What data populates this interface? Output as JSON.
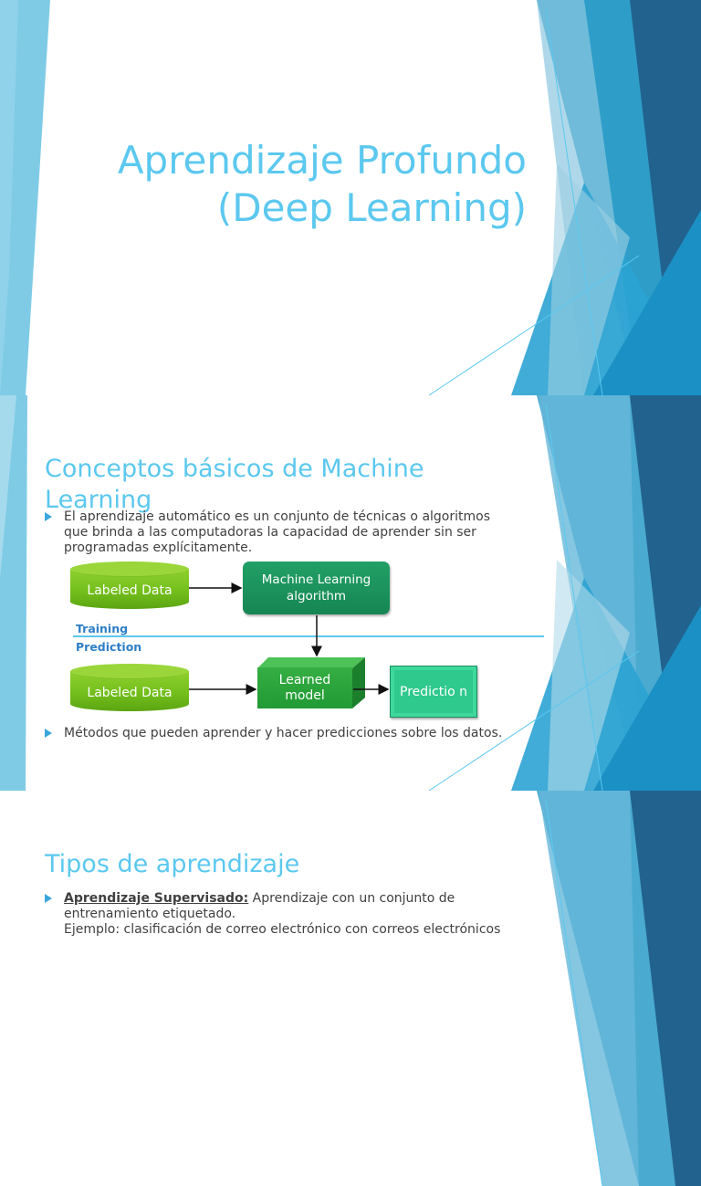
{
  "theme": {
    "accent": "#5bc8ef",
    "body_text": "#404040",
    "bullet": "#3aa7dc",
    "deco_light": "#7fcbe6",
    "deco_mid": "#2e9ec9",
    "deco_dark": "#22628f"
  },
  "slides": [
    {
      "title_lines": [
        "Aprendizaje Profundo",
        "(Deep Learning)"
      ]
    },
    {
      "title": "Conceptos básicos de Machine Learning",
      "bullets": [
        "El aprendizaje automático es un conjunto de técnicas o algoritmos que brinda a las computadoras la capacidad de aprender sin ser programadas explícitamente.",
        "Métodos que pueden aprender y hacer predicciones sobre los datos."
      ],
      "diagram": {
        "training_label": "Training",
        "prediction_label": "Prediction",
        "labeled_data_top": "Labeled Data",
        "ml_algorithm": "Machine Learning algorithm",
        "labeled_data_bottom": "Labeled Data",
        "learned_model": "Learned model",
        "prediction_box": "Predictio n"
      }
    },
    {
      "title": "Tipos de aprendizaje",
      "bullets": [
        {
          "term": "Aprendizaje Supervisado:",
          "text": " Aprendizaje con un conjunto de entrenamiento etiquetado.",
          "example": "Ejemplo: clasificación de correo electrónico con correos electrónicos"
        }
      ]
    }
  ]
}
